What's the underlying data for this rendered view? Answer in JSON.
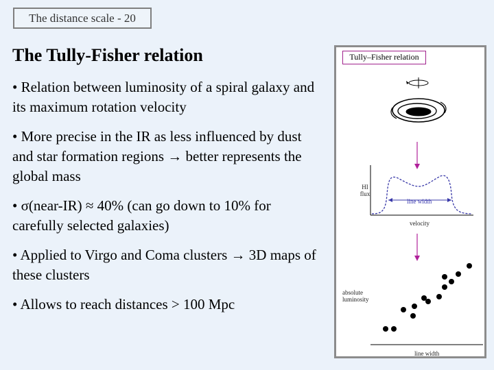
{
  "header": {
    "text": "The distance scale - 20"
  },
  "title": "The Tully-Fisher relation",
  "bullets": [
    "• Relation between luminosity of a spiral galaxy and its maximum rotation velocity",
    "• More precise in the IR as less influenced by dust and star formation regions → better represents the global mass",
    "• σ(near-IR) ≈ 40% (can go down to 10% for carefully selected galaxies)",
    "• Applied to Virgo and Coma clusters → 3D maps of these clusters",
    "• Allows to reach distances > 100 Mpc"
  ],
  "figure": {
    "title": "Tully–Fisher relation",
    "hi_label": "HI\nflux",
    "linewidth_label": "line width",
    "velocity_label": "velocity",
    "absolute_label": "absolute\nluminosity",
    "line_width_axis": "line width",
    "colors": {
      "arrow": "#b0209a",
      "profile": "#3838a8",
      "title_border": "#a0208c"
    }
  }
}
